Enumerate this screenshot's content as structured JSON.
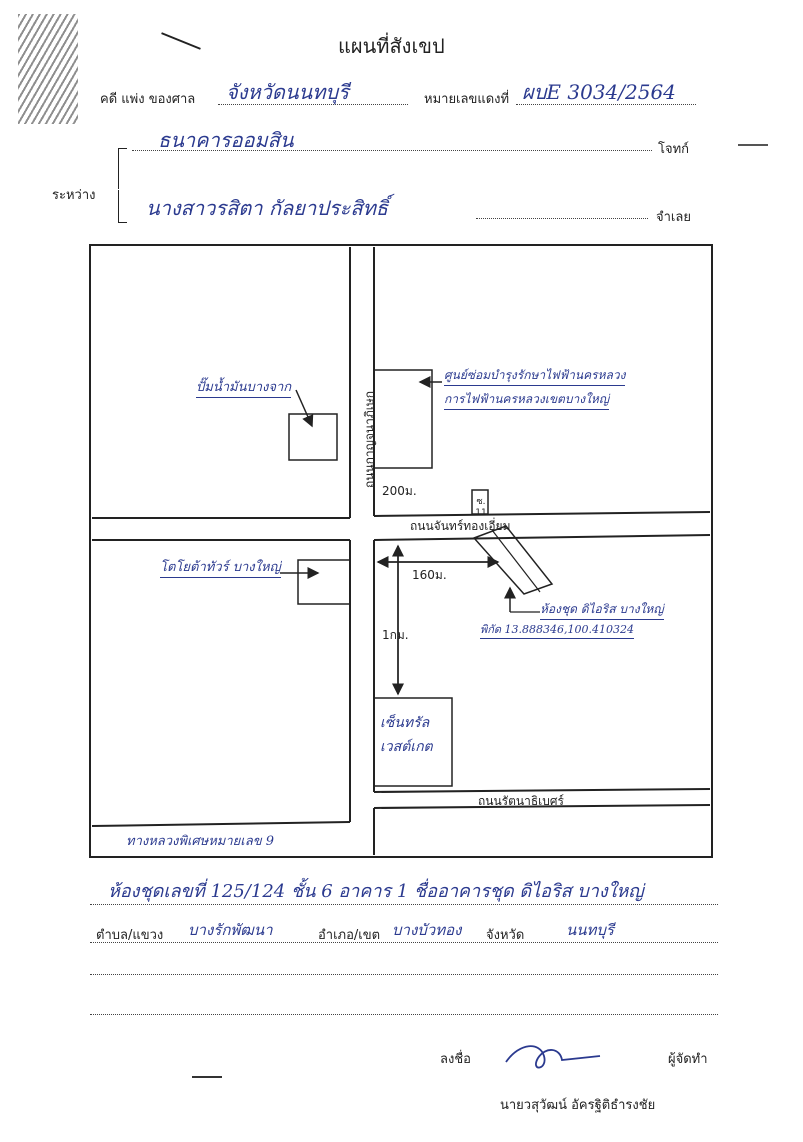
{
  "header": {
    "title": "แผนที่สังเขป",
    "case_prefix": "คดี แพ่ง ของศาล",
    "court": "จังหวัดนนทบุรี",
    "case_no_label": "หมายเลขแดงที่",
    "case_no": "ผบE 3034/2564",
    "between_label": "ระหว่าง",
    "plaintiff": "ธนาคารออมสิน",
    "plaintiff_role": "โจทก์",
    "defendant": "นางสาวรสิตา กัลยาประสิทธิ์",
    "defendant_role": "จำเลย"
  },
  "map": {
    "road_vertical_label": "ถนนกาญจนาภิเษก",
    "road_top_label": "ถนนจันทร์ทองเอี่ยม",
    "road_bottom_label": "ถนนรัตนาธิเบศร์",
    "road_highway_label": "ทางหลวงพิเศษหมายเลข 9",
    "distance_top": "200ม.",
    "distance_right": "160ม.",
    "distance_down": "1กม.",
    "place_gas": "ปั๊มน้ำมันบางจาก",
    "place_center_line1": "ศูนย์ซ่อมบำรุงรักษาไฟฟ้านครหลวง",
    "place_center_line2": "การไฟฟ้านครหลวงเขตบางใหญ่",
    "place_toyota": "โตโยต้าทัวร์ บางใหญ่",
    "place_condo": "ห้องชุด ดิไอริส บางใหญ่",
    "coordinates": "พิกัด 13.888346,100.410324",
    "place_central_line1": "เซ็นทรัล",
    "place_central_line2": "เวสต์เกต",
    "soi_mark": "ซ. 11"
  },
  "address": {
    "unit": "ห้องชุดเลขที่ 125/124 ชั้น 6 อาคาร 1 ชื่ออาคารชุด ดิไอริส บางใหญ่",
    "subdistrict_label": "ตำบล/แขวง",
    "subdistrict": "บางรักพัฒนา",
    "district_label": "อำเภอ/เขต",
    "district": "บางบัวทอง",
    "province_label": "จังหวัด",
    "province": "นนทบุรี"
  },
  "signature": {
    "sign_label": "ลงชื่อ",
    "role": "ผู้จัดทำ",
    "name": "นายวสุวัฒน์ อัครฐิติธำรงชัย"
  }
}
